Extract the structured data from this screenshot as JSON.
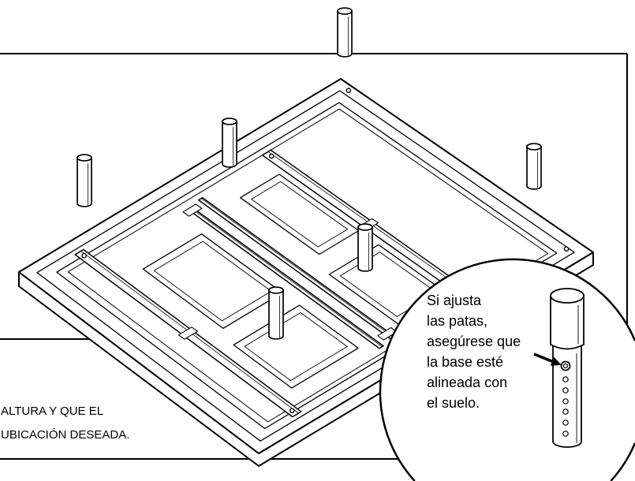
{
  "callout": {
    "lines": [
      "Si ajusta",
      "las patas,",
      "asegúrese que",
      "la base esté",
      "alineada con",
      "el suelo."
    ]
  },
  "instruction_text": {
    "lines": [
      "ALTURA Y QUE EL",
      "UBICACIÓN DESEADA."
    ]
  },
  "colors": {
    "ink": "#000000",
    "paper": "#ffffff"
  }
}
